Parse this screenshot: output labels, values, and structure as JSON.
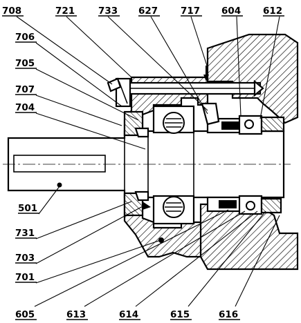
{
  "labels_top": [
    {
      "id": "708",
      "text": "708"
    },
    {
      "id": "721",
      "text": "721"
    },
    {
      "id": "733",
      "text": "733"
    },
    {
      "id": "627",
      "text": "627"
    },
    {
      "id": "717",
      "text": "717"
    },
    {
      "id": "604",
      "text": "604"
    },
    {
      "id": "612",
      "text": "612"
    }
  ],
  "labels_left": [
    {
      "id": "706",
      "text": "706"
    },
    {
      "id": "705",
      "text": "705"
    },
    {
      "id": "707",
      "text": "707"
    },
    {
      "id": "704",
      "text": "704"
    },
    {
      "id": "501",
      "text": "501"
    },
    {
      "id": "731",
      "text": "731"
    },
    {
      "id": "703",
      "text": "703"
    },
    {
      "id": "701",
      "text": "701"
    }
  ],
  "labels_bottom": [
    {
      "id": "605",
      "text": "605"
    },
    {
      "id": "613",
      "text": "613"
    },
    {
      "id": "614",
      "text": "614"
    },
    {
      "id": "615",
      "text": "615"
    },
    {
      "id": "616",
      "text": "616"
    }
  ]
}
